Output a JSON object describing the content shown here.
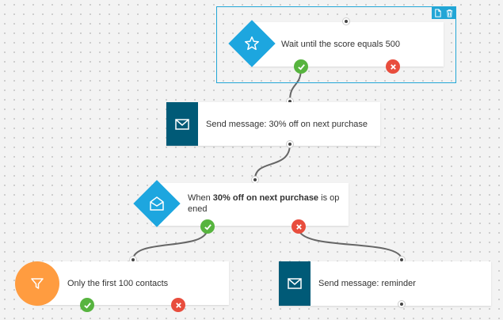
{
  "nodes": {
    "wait_score": {
      "label": "Wait until the score equals 500"
    },
    "send_offer": {
      "label": "Send message: 30% off on next purchase"
    },
    "when_opened": {
      "prefix": "When ",
      "bold": "30% off on next purchase",
      "suffix": " is op",
      "line2": "ened"
    },
    "first_contacts": {
      "label": "Only the first 100 contacts"
    },
    "send_reminder": {
      "label": "Send message: reminder"
    }
  },
  "icons": {
    "wait_score": "star-icon",
    "send_offer": "envelope-icon",
    "when_opened": "open-envelope-icon",
    "first_contacts": "filter-icon",
    "send_reminder": "envelope-icon",
    "selection_tools": [
      "page-icon",
      "trash-icon"
    ]
  },
  "colors": {
    "accent": "#1da6df",
    "action": "#005a77",
    "filter": "#ff9c40",
    "yes": "#57b43f",
    "no": "#e84d3d",
    "selection": "#22a6d6"
  }
}
